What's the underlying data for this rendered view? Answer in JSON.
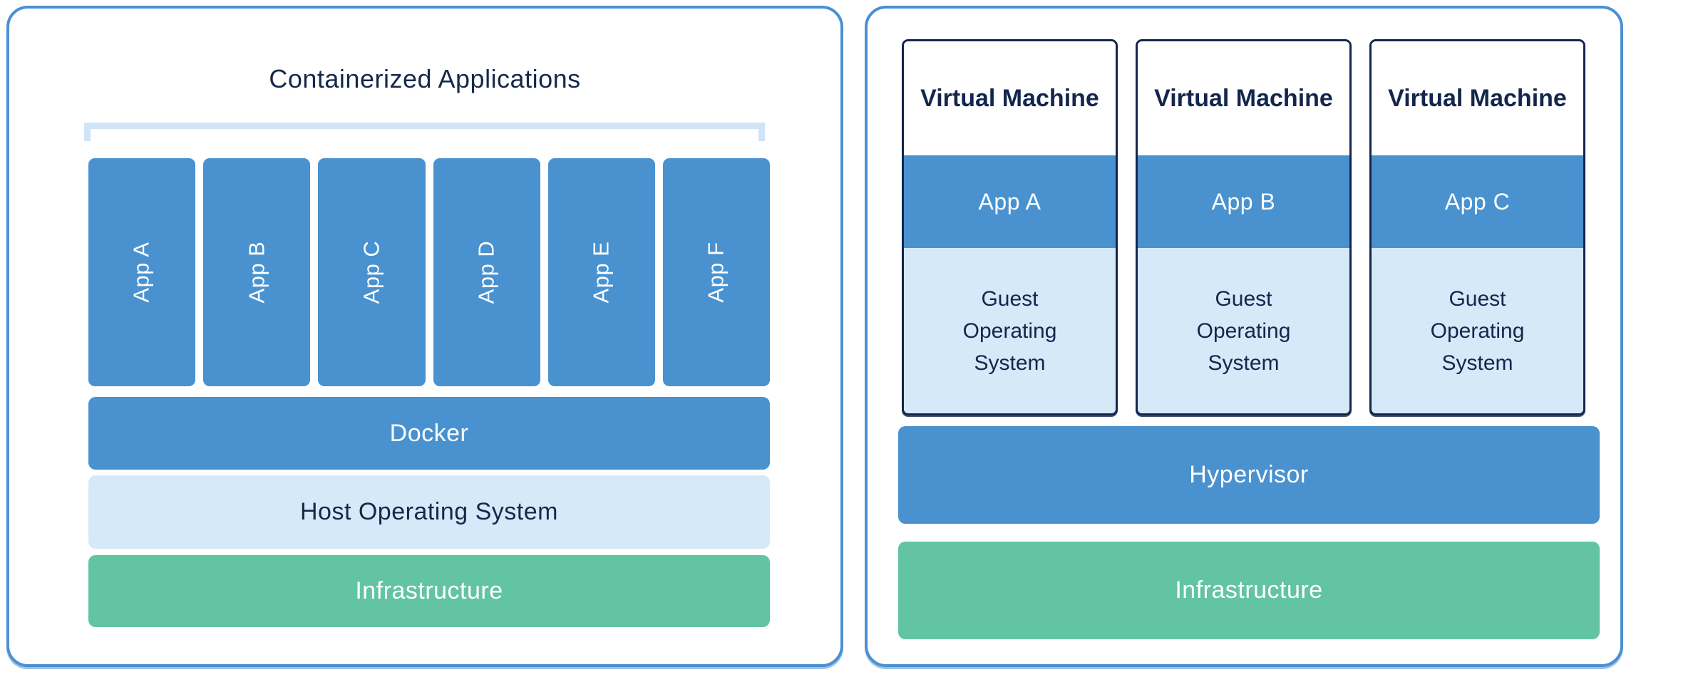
{
  "colors": {
    "block_blue": "#4992CF",
    "block_light_blue": "#D6E9F8",
    "block_green": "#62C4A3",
    "text_navy": "#13264D",
    "panel_border_blue": "#4A90D2",
    "bracket_light_blue": "#CFE4F7",
    "text_white": "#FFFFFF"
  },
  "left_panel": {
    "title": "Containerized Applications",
    "apps": [
      "App A",
      "App B",
      "App C",
      "App D",
      "App E",
      "App F"
    ],
    "docker_label": "Docker",
    "host_os_label": "Host Operating System",
    "infrastructure_label": "Infrastructure"
  },
  "right_panel": {
    "vm_boxes": [
      {
        "title": "Virtual Machine",
        "app": "App A",
        "guest_os": "Guest Operating System"
      },
      {
        "title": "Virtual Machine",
        "app": "App B",
        "guest_os": "Guest Operating System"
      },
      {
        "title": "Virtual Machine",
        "app": "App C",
        "guest_os": "Guest Operating System"
      }
    ],
    "hypervisor_label": "Hypervisor",
    "infrastructure_label": "Infrastructure"
  }
}
